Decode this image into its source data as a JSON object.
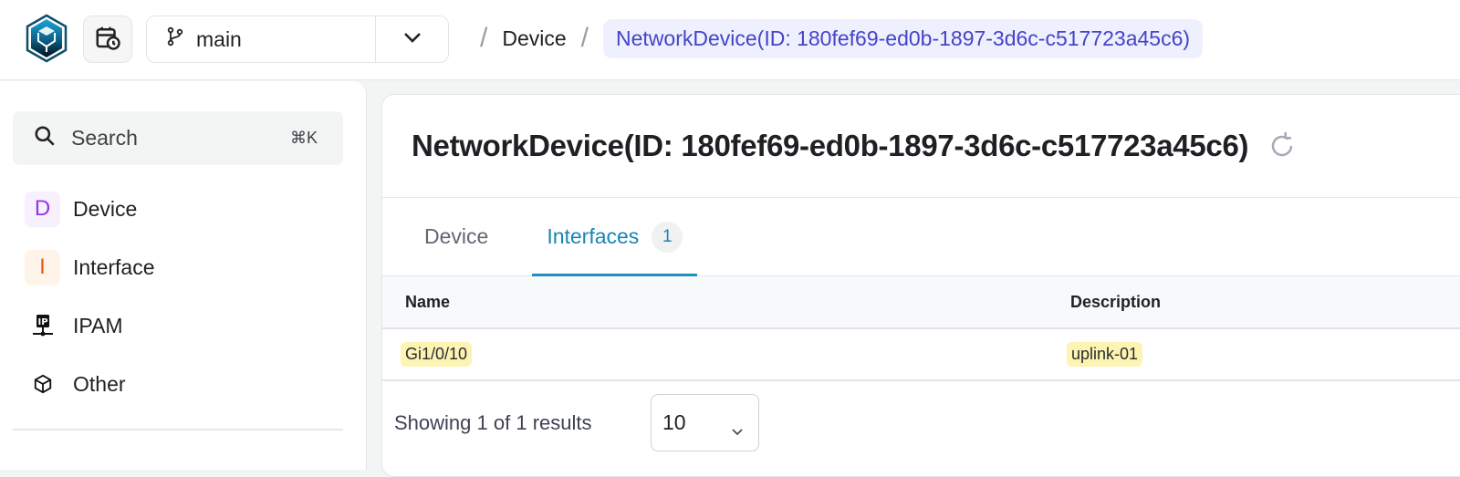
{
  "topbar": {
    "logo_icon": "hexagon-cube-logo",
    "history_icon": "calendar-clock-icon",
    "branch": {
      "icon": "git-branch-icon",
      "name": "main",
      "caret_icon": "chevron-down-icon"
    },
    "breadcrumbs": [
      {
        "label": "Device"
      },
      {
        "label": "NetworkDevice(ID: 180fef69-ed0b-1897-3d6c-c517723a45c6)"
      }
    ],
    "separator": "/"
  },
  "sidebar": {
    "search": {
      "label": "Search",
      "shortcut": "⌘K",
      "icon": "search-icon"
    },
    "items": [
      {
        "label": "Device",
        "badge": "D",
        "badge_color": "#9333ea",
        "badge_bg": "#f7f0ff"
      },
      {
        "label": "Interface",
        "badge": "I",
        "badge_color": "#ea580c",
        "badge_bg": "#fff4ea"
      },
      {
        "label": "IPAM",
        "icon": "ip-network-icon"
      },
      {
        "label": "Other",
        "icon": "cube-icon"
      }
    ]
  },
  "main": {
    "title": "NetworkDevice(ID: 180fef69-ed0b-1897-3d6c-c517723a45c6)",
    "refresh_icon": "refresh-icon",
    "tabs": [
      {
        "label": "Device",
        "active": false
      },
      {
        "label": "Interfaces",
        "active": true,
        "count": "1"
      }
    ],
    "table": {
      "columns": [
        "Name",
        "Description"
      ],
      "rows": [
        {
          "name": "Gi1/0/10",
          "description": "uplink-01"
        }
      ]
    },
    "pagination": {
      "prefix": "Showing ",
      "shown": "1",
      "of": " of ",
      "total": "1",
      "suffix": " results",
      "page_size": "10"
    }
  },
  "colors": {
    "accent": "#1a92bd",
    "breadcrumb_current_bg": "#eef0fd",
    "breadcrumb_current_text": "#4444c8",
    "highlight": "#fdf4b4"
  }
}
